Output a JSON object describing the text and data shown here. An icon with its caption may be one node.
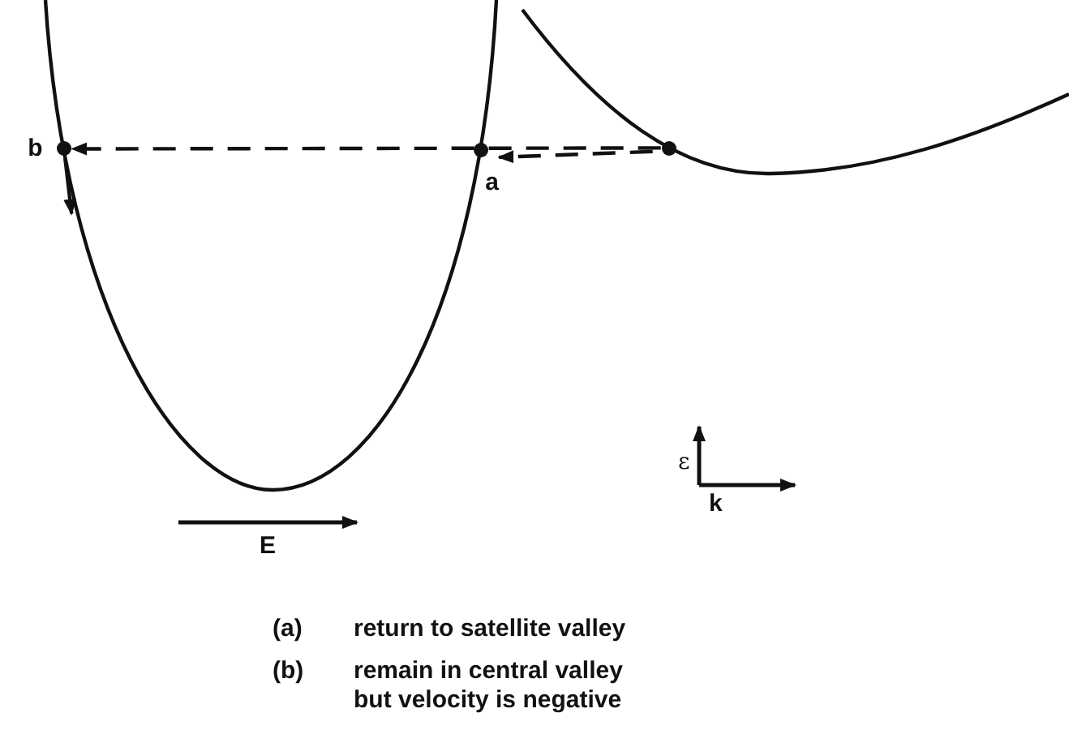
{
  "diagram": {
    "nodes": [
      {
        "text": [],
        "shape": "circle",
        "beside": [
          "b"
        ]
      },
      {
        "text": [],
        "shape": "circle",
        "beside": [
          "a"
        ]
      },
      {
        "text": [],
        "shape": "circle"
      }
    ],
    "edges": [
      {
        "from": 2,
        "to": 0,
        "arrow": "to",
        "style": "dashed"
      },
      {
        "from": 2,
        "to": 1,
        "arrow": "to",
        "style": "dashed"
      }
    ],
    "labels": [
      "E",
      "ε",
      "k",
      "(a)",
      "return to satellite valley",
      "(b)",
      "remain in central valley but velocity is negative"
    ]
  }
}
